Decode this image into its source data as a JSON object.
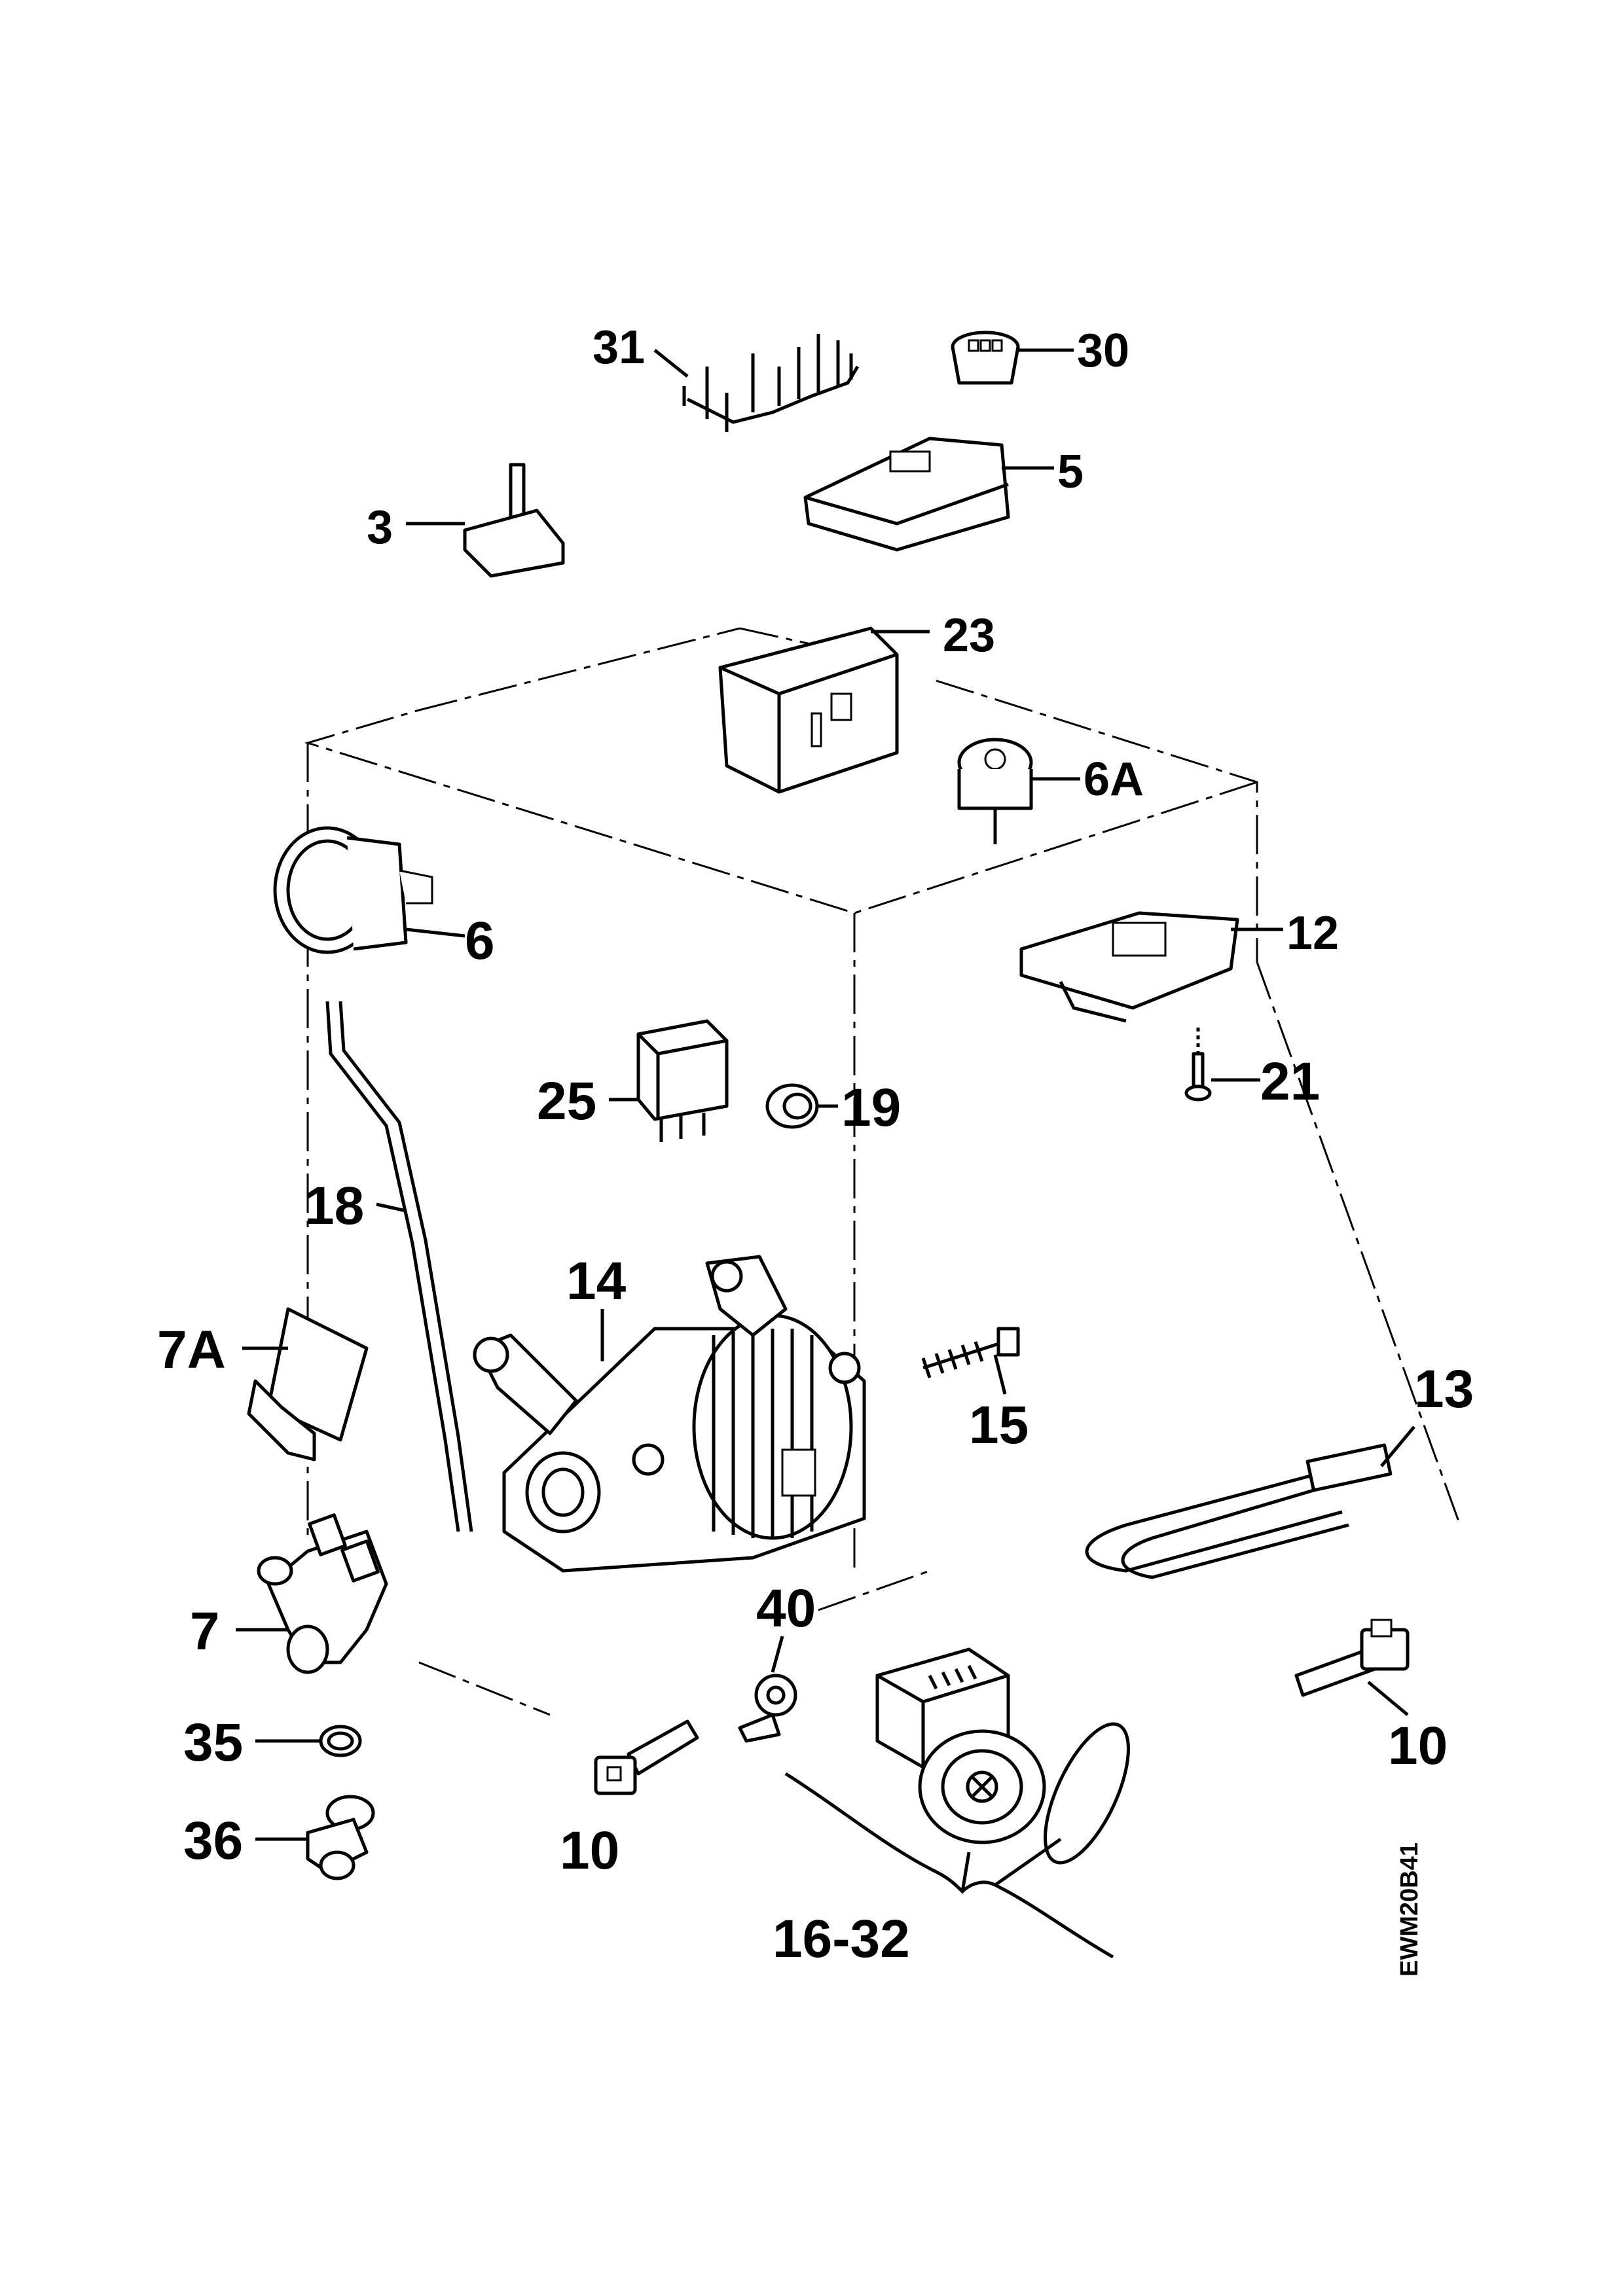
{
  "diagram": {
    "drawing_code": "EWM20B41",
    "parts": [
      {
        "key": "p31",
        "label": "31",
        "part": "wire-harness"
      },
      {
        "key": "p30",
        "label": "30",
        "part": "capacitor"
      },
      {
        "key": "p5",
        "label": "5",
        "part": "control-board"
      },
      {
        "key": "p3",
        "label": "3",
        "part": "selector-switch"
      },
      {
        "key": "p23",
        "label": "23",
        "part": "electronic-module"
      },
      {
        "key": "p6A",
        "label": "6A",
        "part": "pressure-switch"
      },
      {
        "key": "p6",
        "label": "6",
        "part": "pressure-switch"
      },
      {
        "key": "p12",
        "label": "12",
        "part": "door-interlock"
      },
      {
        "key": "p21",
        "label": "21",
        "part": "screw"
      },
      {
        "key": "p25",
        "label": "25",
        "part": "suppressor"
      },
      {
        "key": "p19",
        "label": "19",
        "part": "grommet"
      },
      {
        "key": "p18",
        "label": "18",
        "part": "pressure-hose"
      },
      {
        "key": "p14",
        "label": "14",
        "part": "motor"
      },
      {
        "key": "p7A",
        "label": "7A",
        "part": "bracket"
      },
      {
        "key": "p15",
        "label": "15",
        "part": "motor-bolt"
      },
      {
        "key": "p13",
        "label": "13",
        "part": "heating-element"
      },
      {
        "key": "p7",
        "label": "7",
        "part": "inlet-valve"
      },
      {
        "key": "p40",
        "label": "40",
        "part": "filter-clip"
      },
      {
        "key": "p10a",
        "label": "10",
        "part": "ntc-sensor"
      },
      {
        "key": "p10b",
        "label": "10",
        "part": "ntc-sensor"
      },
      {
        "key": "p35",
        "label": "35",
        "part": "seal"
      },
      {
        "key": "p36",
        "label": "36",
        "part": "valve-fitting"
      },
      {
        "key": "p1632",
        "label": "16-32",
        "part": "drain-pump"
      }
    ]
  }
}
